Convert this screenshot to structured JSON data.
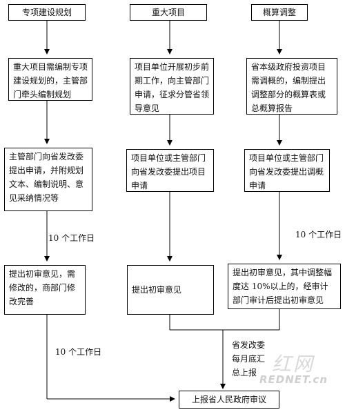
{
  "headers": {
    "special": "专项建设规划",
    "major": "重大项目",
    "budget": "概算调整"
  },
  "steps": {
    "special_1": "重大项目需编制专项建设规划的，主管部门牵头编制规划",
    "major_1": "项目单位开展初步前期工作，向主管部门申请，征求分管省领导意见",
    "budget_1": "省本级政府投资项目需调概的，编制提出调整部分的概算表或总概算报告",
    "special_2": "主管部门向省发改委提出申请，并附规划文本、编制说明、意见采纳情况等",
    "major_2": "项目单位或主管部门向省发改委提出项目申请",
    "budget_2": "项目单位或主管部门向省发改委提出调概申请",
    "special_3": "提出初审意见，需修改的，商部门修改完善",
    "major_3": "提出初审意见",
    "budget_3": "提出初审意见，其中调整幅度达 10%以上的，经审计部门审计后提出初审意见",
    "final": "上报省人民政府审议"
  },
  "labels": {
    "days_special_upper": "10 个工作日",
    "days_budget": "10 个工作日",
    "days_special_lower": "10 个工作日",
    "monthly_line1": "省发改委",
    "monthly_line2": "每月底汇",
    "monthly_line3": "总上报"
  },
  "watermark": {
    "han": "红网",
    "domain": "REDNET.cn"
  }
}
